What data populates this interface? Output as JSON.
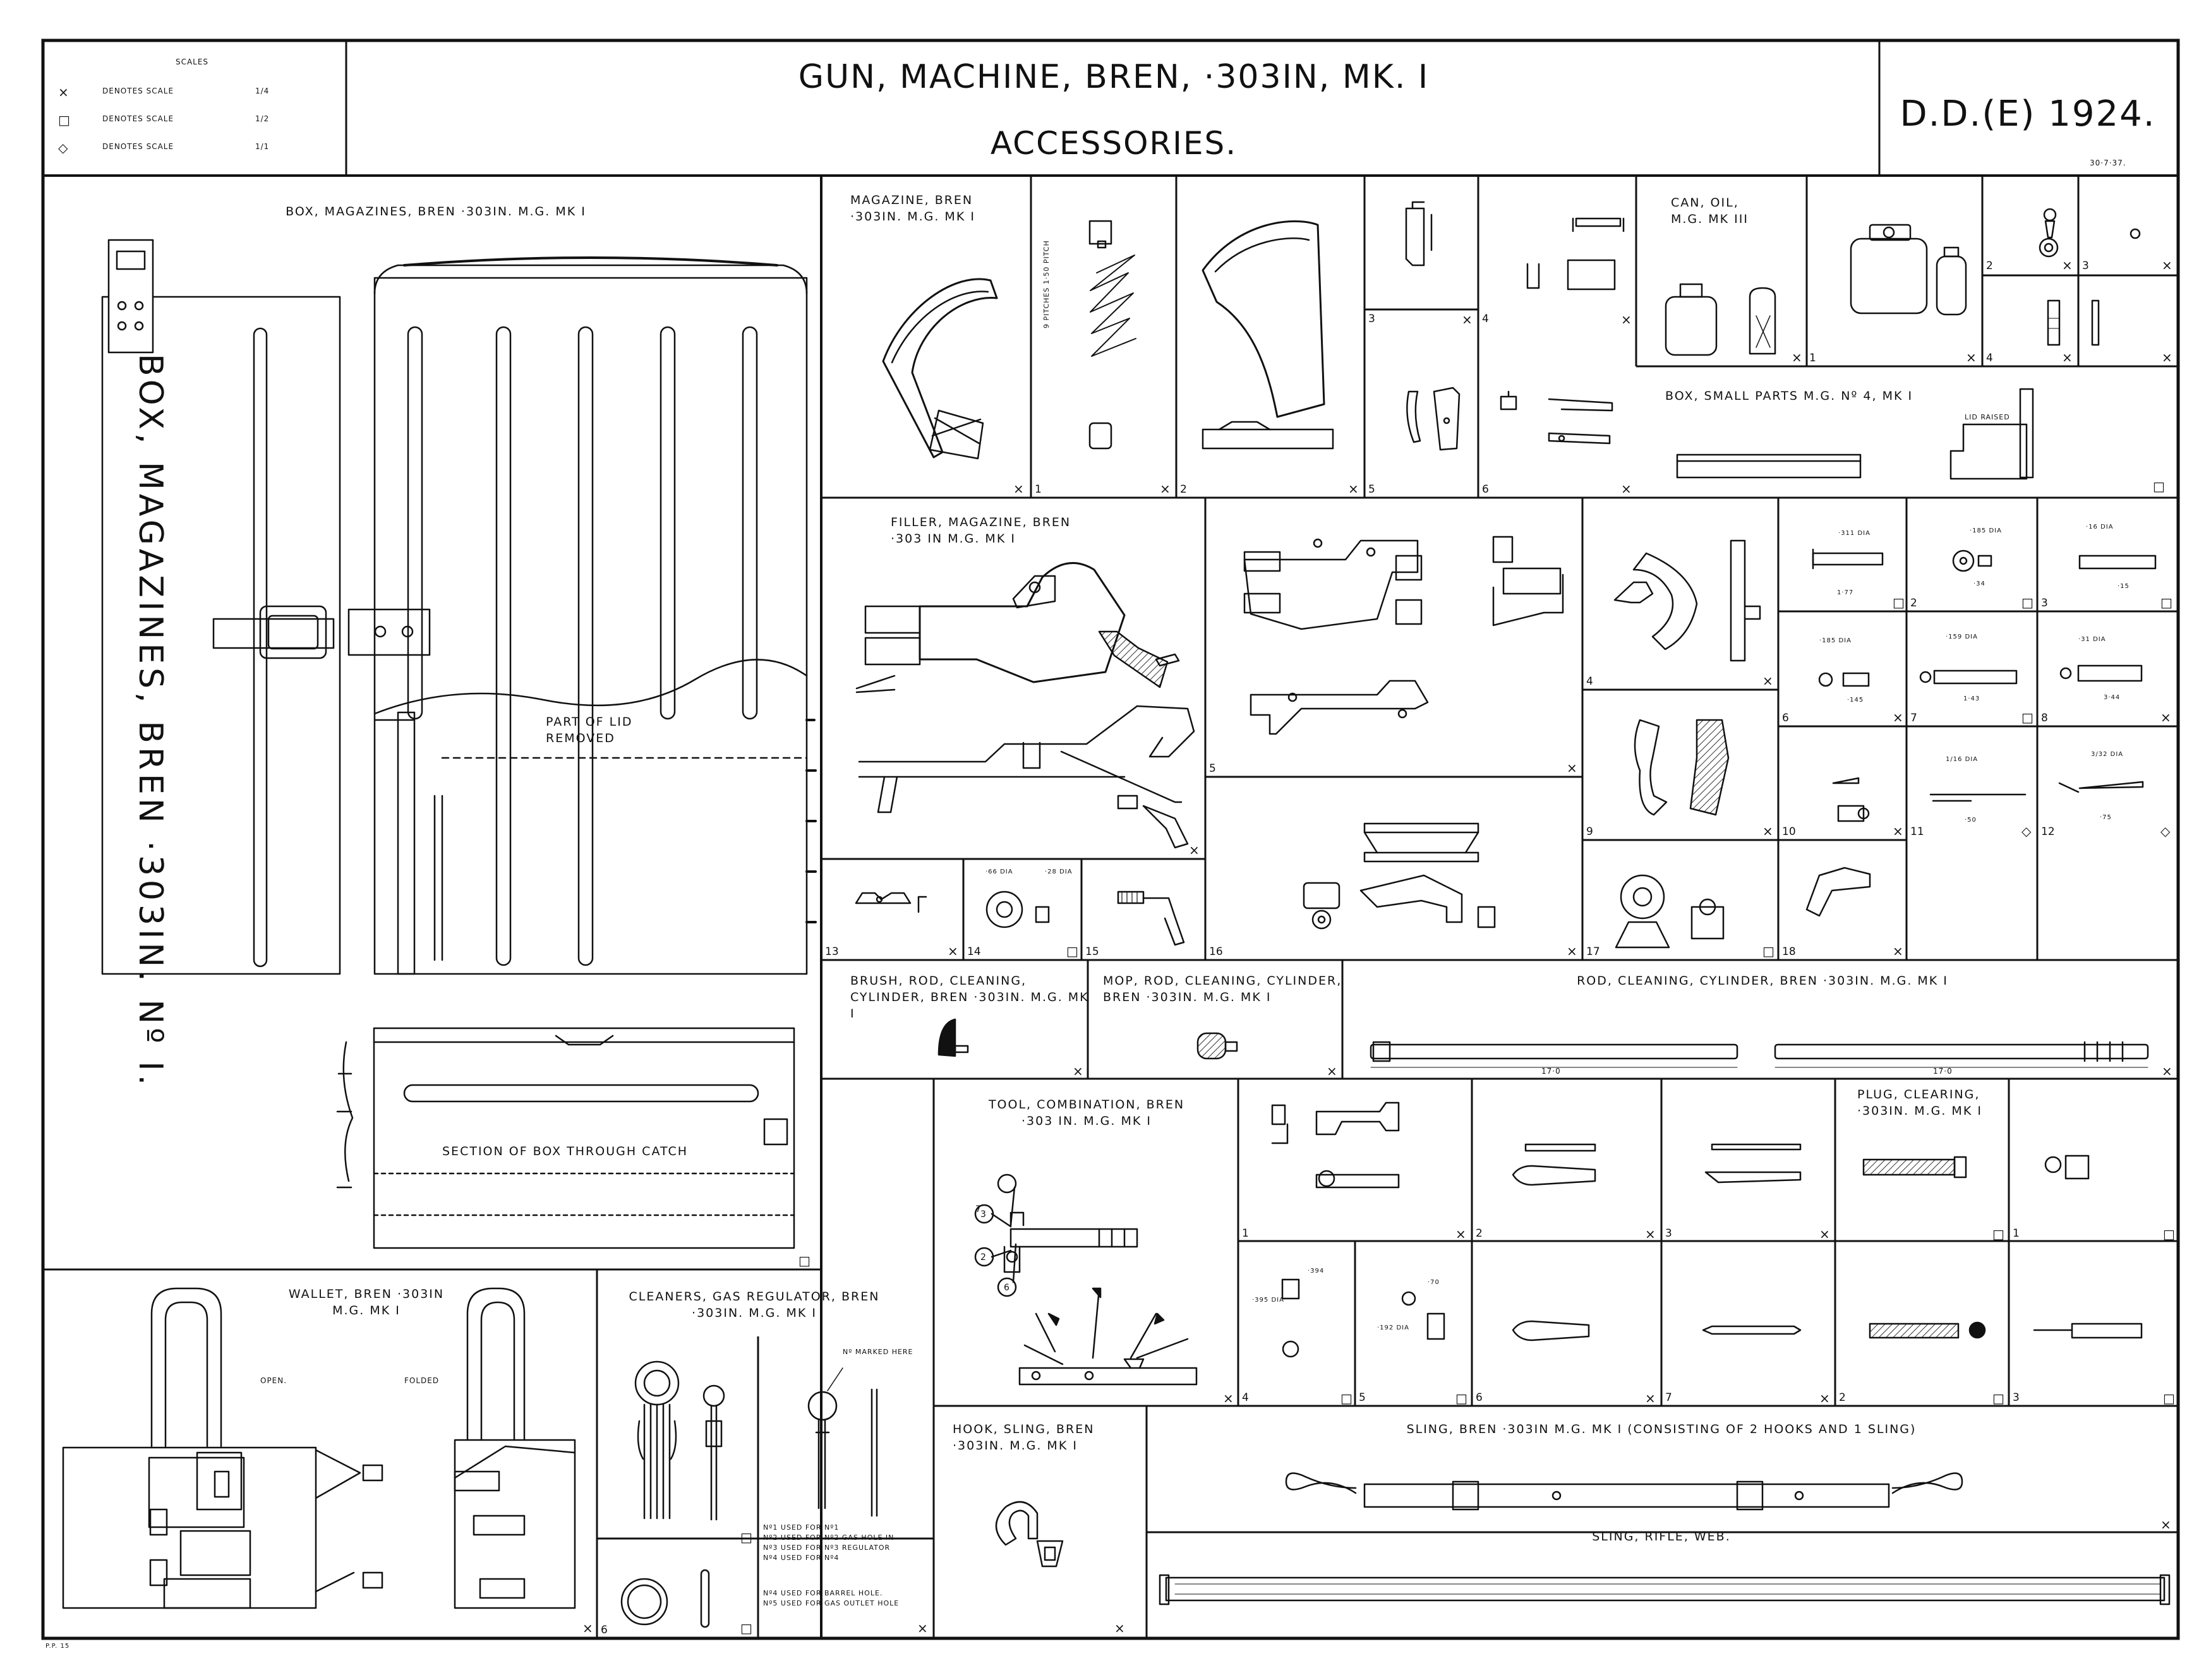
{
  "header": {
    "title_line1": "GUN, MACHINE, BREN, ·303IN, MK. I",
    "title_line2": "ACCESSORIES.",
    "drawing_no": "D.D.(E) 1924.",
    "date": "30·7·37.",
    "scales": {
      "heading": "SCALES",
      "rows": [
        {
          "symbol": "×",
          "text": "DENOTES SCALE",
          "value": "1/4"
        },
        {
          "symbol": "□",
          "text": "DENOTES SCALE",
          "value": "1/2"
        },
        {
          "symbol": "◇",
          "text": "DENOTES SCALE",
          "value": "1/1"
        }
      ]
    }
  },
  "panels": {
    "box_magazines": {
      "title": "BOX, MAGAZINES, BREN ·303IN. M.G. MK I",
      "vertical": "BOX, MAGAZINES, BREN ·303IN. Nº I.",
      "lid_note": "PART OF LID REMOVED",
      "section_note": "SECTION OF BOX THROUGH CATCH"
    },
    "magazine": {
      "title": "MAGAZINE, BREN ·303IN. M.G. MK I",
      "pitch": "9 PITCHES 1·50 PITCH"
    },
    "can_oil": {
      "title": "CAN, OIL, M.G. MK III"
    },
    "box_small_parts": {
      "title": "BOX, SMALL PARTS M.G. Nº 4, MK I",
      "note": "LID RAISED"
    },
    "filler": {
      "title": "FILLER, MAGAZINE, BREN ·303 IN M.G. MK I"
    },
    "brush": {
      "title": "BRUSH, ROD, CLEANING, CYLINDER, BREN ·303IN. M.G. MK I"
    },
    "mop": {
      "title": "MOP, ROD, CLEANING, CYLINDER, BREN ·303IN. M.G. MK I"
    },
    "rod": {
      "title": "ROD, CLEANING, CYLINDER, BREN ·303IN. M.G. MK I",
      "dim": "17·0"
    },
    "tool": {
      "title": "TOOL, COMBINATION, BREN ·303 IN. M.G. MK I"
    },
    "plug": {
      "title": "PLUG, CLEARING, ·303IN. M.G. MK I"
    },
    "wallet": {
      "title": "WALLET, BREN ·303IN M.G. MK I",
      "open": "OPEN.",
      "folded": "FOLDED"
    },
    "cleaners": {
      "title": "CLEANERS, GAS REGULATOR, BREN ·303IN. M.G. MK I",
      "marked": "Nº MARKED HERE",
      "notes": [
        "Nº1 USED FOR Nº1",
        "Nº2 USED FOR Nº2  GAS HOLE IN",
        "Nº3 USED FOR Nº3  REGULATOR",
        "Nº4 USED FOR Nº4",
        "Nº4 USED FOR BARREL HOLE.",
        "Nº5 USED FOR GAS OUTLET HOLE"
      ]
    },
    "hook": {
      "title": "HOOK, SLING, BREN ·303IN. M.G. MK I"
    },
    "sling": {
      "title": "SLING, BREN ·303IN M.G. MK I (CONSISTING OF 2 HOOKS AND 1 SLING)"
    },
    "sling_rifle": {
      "title": "SLING, RIFLE, WEB."
    }
  },
  "dims": {
    "d311": "·311 DIA",
    "d177": "1·77",
    "d185": "·185 DIA",
    "d34": "·34",
    "d16": "·16 DIA",
    "d15": "·15",
    "d185b": "·185 DIA",
    "d145": "·145",
    "d159": "·159 DIA",
    "d143": "1·43",
    "d31": "·31 DIA",
    "d344": "3·44",
    "d116": "1/16 DIA",
    "d50": "·50",
    "d332": "3/32 DIA",
    "d75": "·75",
    "d66": "·66 DIA",
    "d28": "·28 DIA",
    "d394": "·394",
    "d395": "·395 DIA",
    "d70": "·70",
    "d192": "·192 DIA"
  },
  "markers": {
    "quarter": "×",
    "half": "□",
    "full": "◇"
  },
  "figure_numbers": [
    "1",
    "2",
    "3",
    "4",
    "5",
    "6",
    "7",
    "8",
    "9",
    "10",
    "11",
    "12",
    "13",
    "14",
    "15",
    "16",
    "17",
    "18"
  ],
  "corner_mark": "P.P. 15"
}
